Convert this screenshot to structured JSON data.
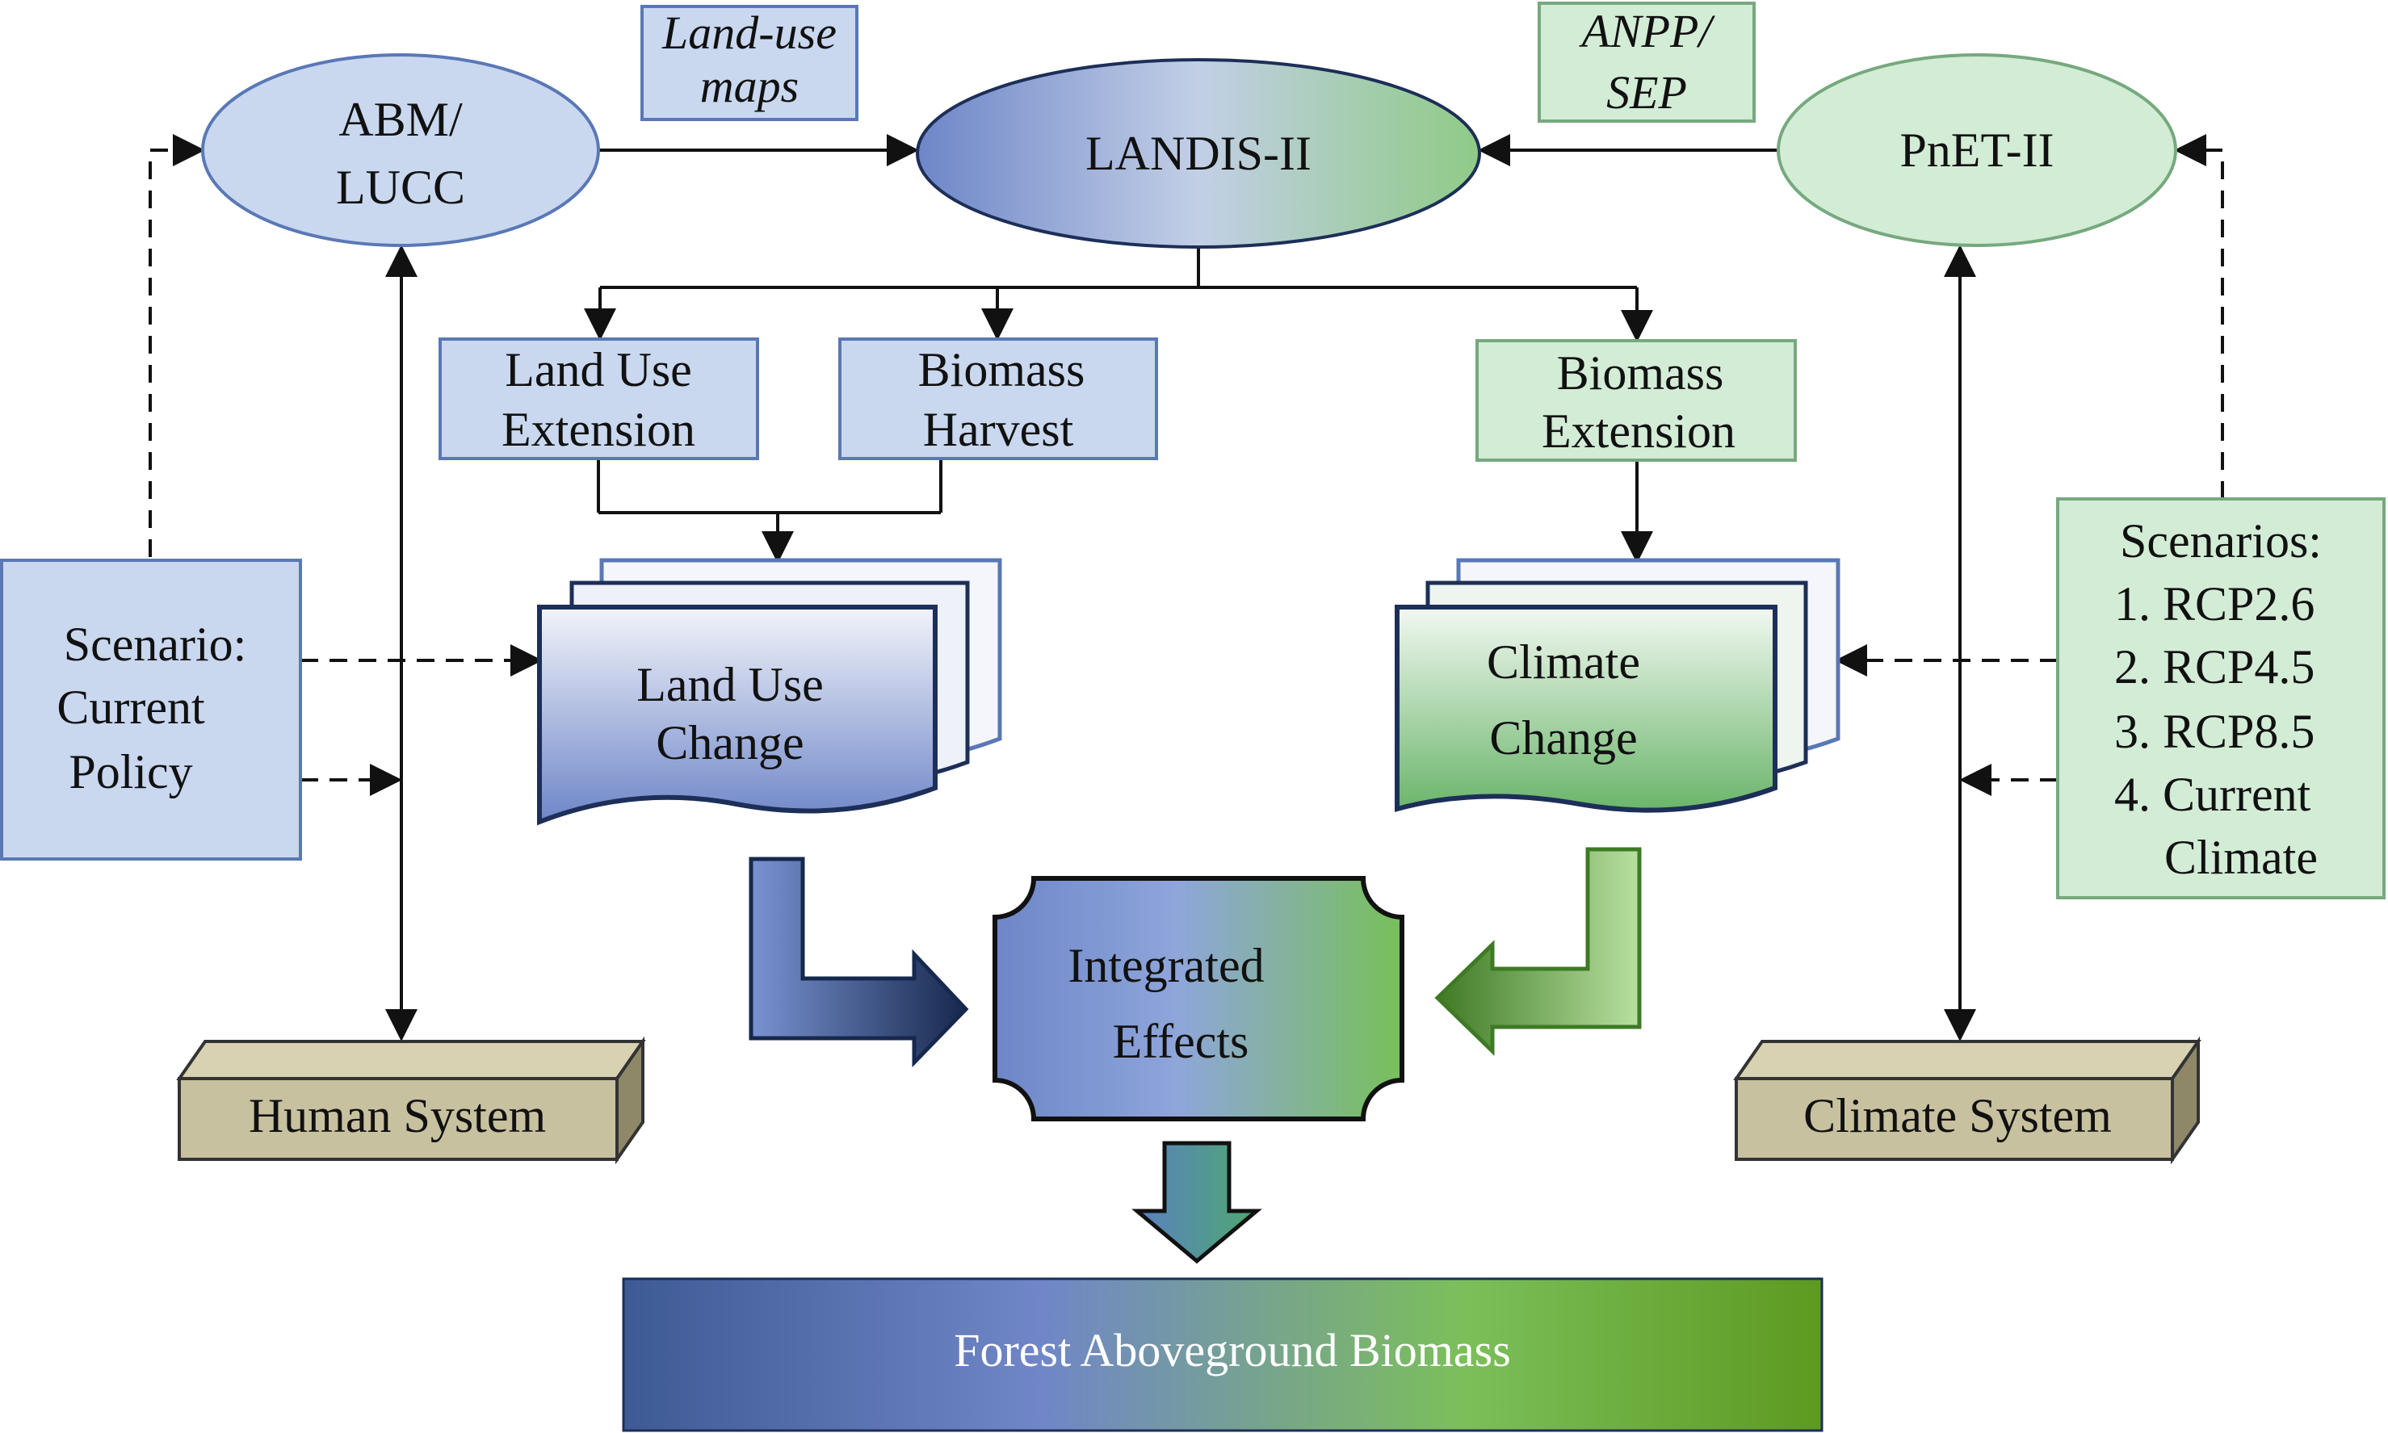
{
  "nodes": {
    "abm": {
      "line1": "ABM/",
      "line2": "LUCC"
    },
    "landis": {
      "label": "LANDIS-II"
    },
    "pnet": {
      "label": "PnET-II"
    },
    "land_use_maps": {
      "line1": "Land-use",
      "line2": "maps"
    },
    "anpp_sep": {
      "line1": "ANPP/",
      "line2": "SEP"
    },
    "land_use_extension": {
      "line1": "Land Use",
      "line2": "Extension"
    },
    "biomass_harvest": {
      "line1": "Biomass",
      "line2": "Harvest"
    },
    "biomass_extension": {
      "line1": "Biomass",
      "line2": "Extension"
    },
    "land_use_change": {
      "line1": "Land Use",
      "line2": "Change"
    },
    "climate_change": {
      "line1": "Climate",
      "line2": "Change"
    },
    "scenario_policy": {
      "line1": "Scenario:",
      "line2": "Current",
      "line3": "Policy"
    },
    "scenarios_climate": {
      "title": "Scenarios:",
      "items": [
        "1. RCP2.6",
        "2. RCP4.5",
        "3. RCP8.5",
        "4. Current",
        "Climate"
      ]
    },
    "integrated_effects": {
      "line1": "Integrated",
      "line2": "Effects"
    },
    "human_system": {
      "label": "Human System"
    },
    "climate_system": {
      "label": "Climate System"
    },
    "forest_biomass": {
      "label": "Forest Aboveground Biomass"
    }
  },
  "colors": {
    "blue_fill": "#c9d8ef",
    "green_fill": "#d3ecd6",
    "blue_border": "#5a78b6",
    "green_border": "#76a97e",
    "tan_fill": "#c8c1a0",
    "dark_border": "#222222",
    "gradient_blue": "#6e86c8",
    "gradient_green": "#7cbf5a",
    "dark_navy": "#1d2f58"
  }
}
